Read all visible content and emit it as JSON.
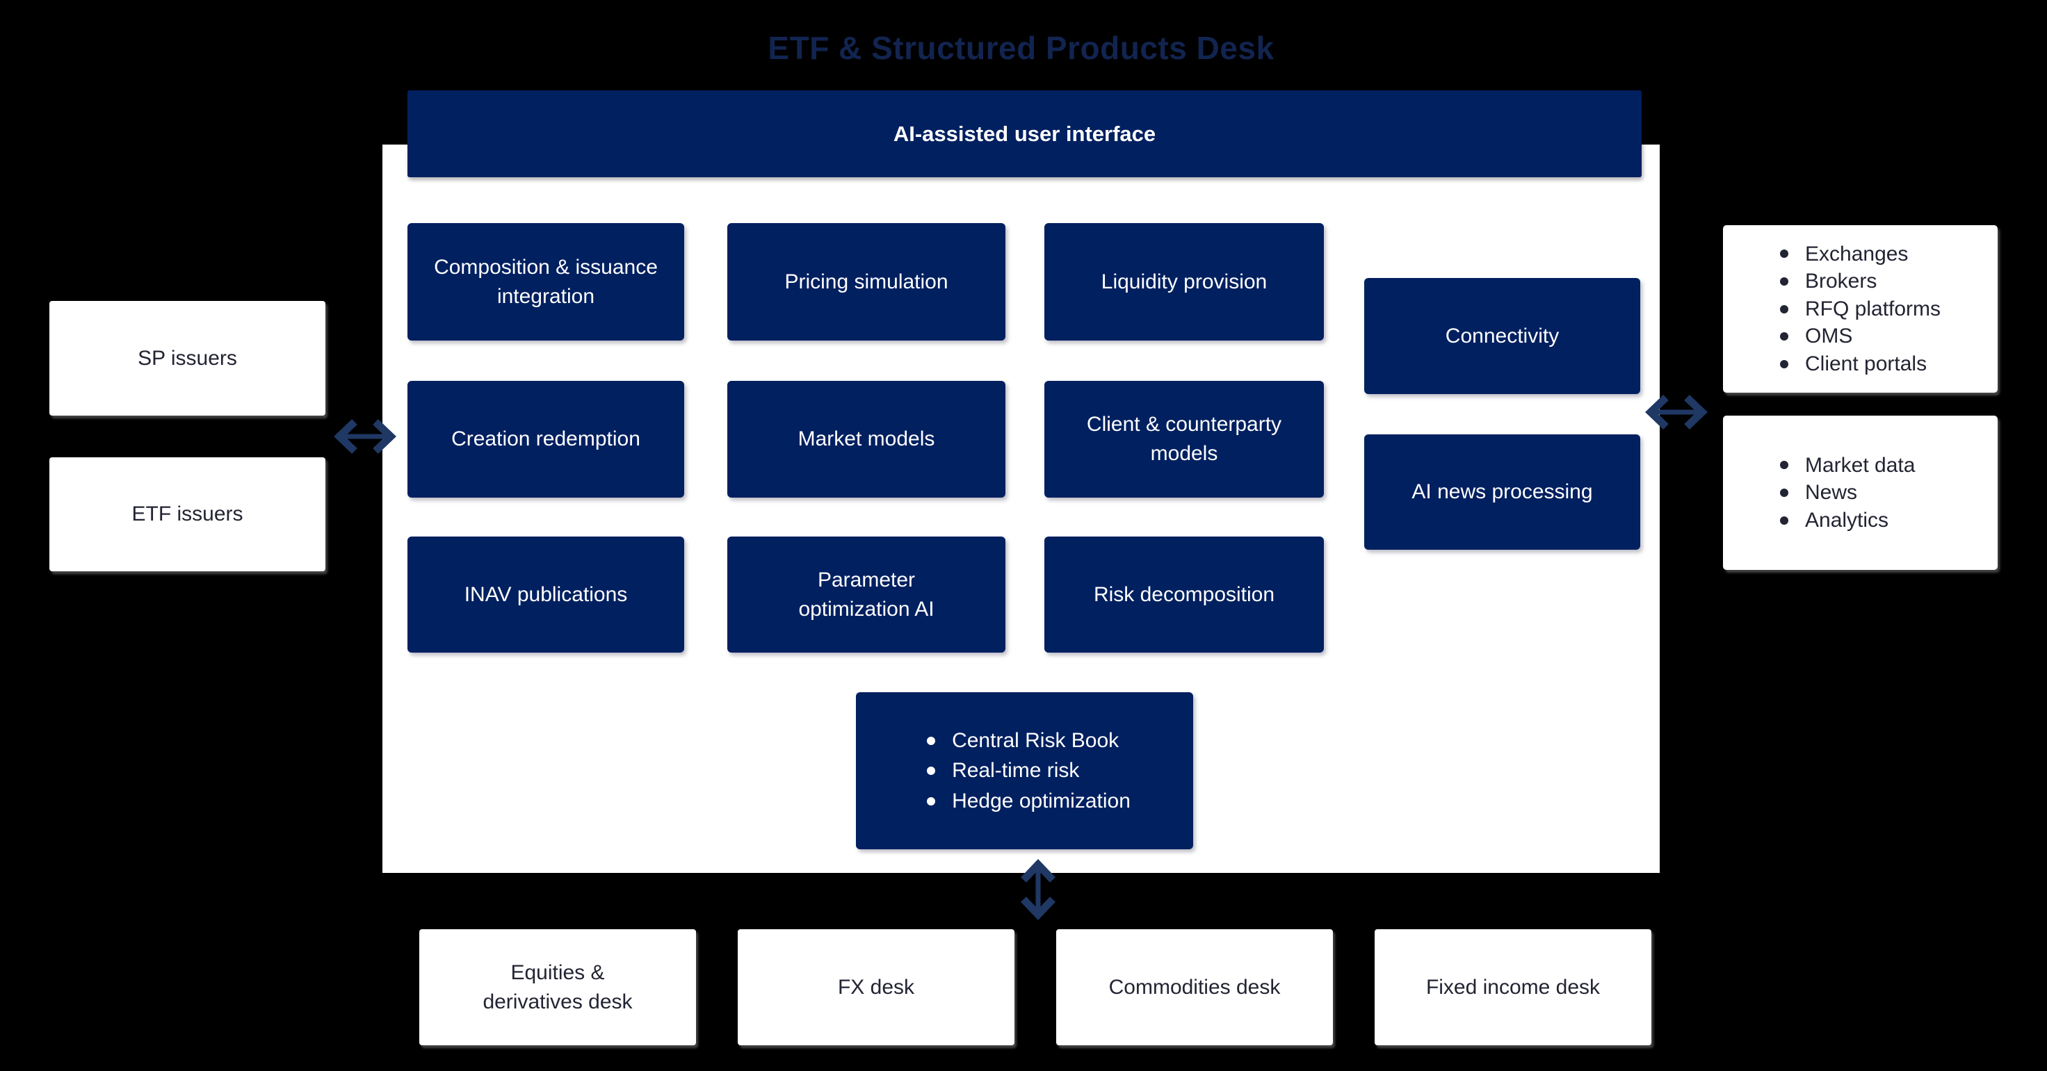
{
  "title": "ETF & Structured Products Desk",
  "banner": {
    "label": "AI-assisted user interface"
  },
  "modules": {
    "composition": "Composition & issuance integration",
    "pricing": "Pricing simulation",
    "liquidity": "Liquidity provision",
    "connectivity": "Connectivity",
    "creation": "Creation redemption",
    "market_models": "Market models",
    "client_models": "Client & counterparty models",
    "ai_news": "AI news processing",
    "inav": "INAV publications",
    "parameter": "Parameter optimization AI",
    "risk_decomp": "Risk decomposition"
  },
  "central_risk": {
    "items": [
      "Central Risk Book",
      "Real-time risk",
      "Hedge optimization"
    ]
  },
  "issuers": {
    "sp": "SP issuers",
    "etf": "ETF issuers"
  },
  "external": {
    "venues": [
      "Exchanges",
      "Brokers",
      "RFQ platforms",
      "OMS",
      "Client portals"
    ],
    "data_feeds": [
      "Market data",
      "News",
      "Analytics"
    ]
  },
  "desks": [
    "Equities & derivatives desk",
    "FX desk",
    "Commodities desk",
    "Fixed income desk"
  ],
  "colors": {
    "navy": "#012060",
    "arrow": "#1f3864",
    "title": "#122450",
    "ink": "#232433",
    "panel": "#ffffff",
    "bg": "#000000"
  }
}
